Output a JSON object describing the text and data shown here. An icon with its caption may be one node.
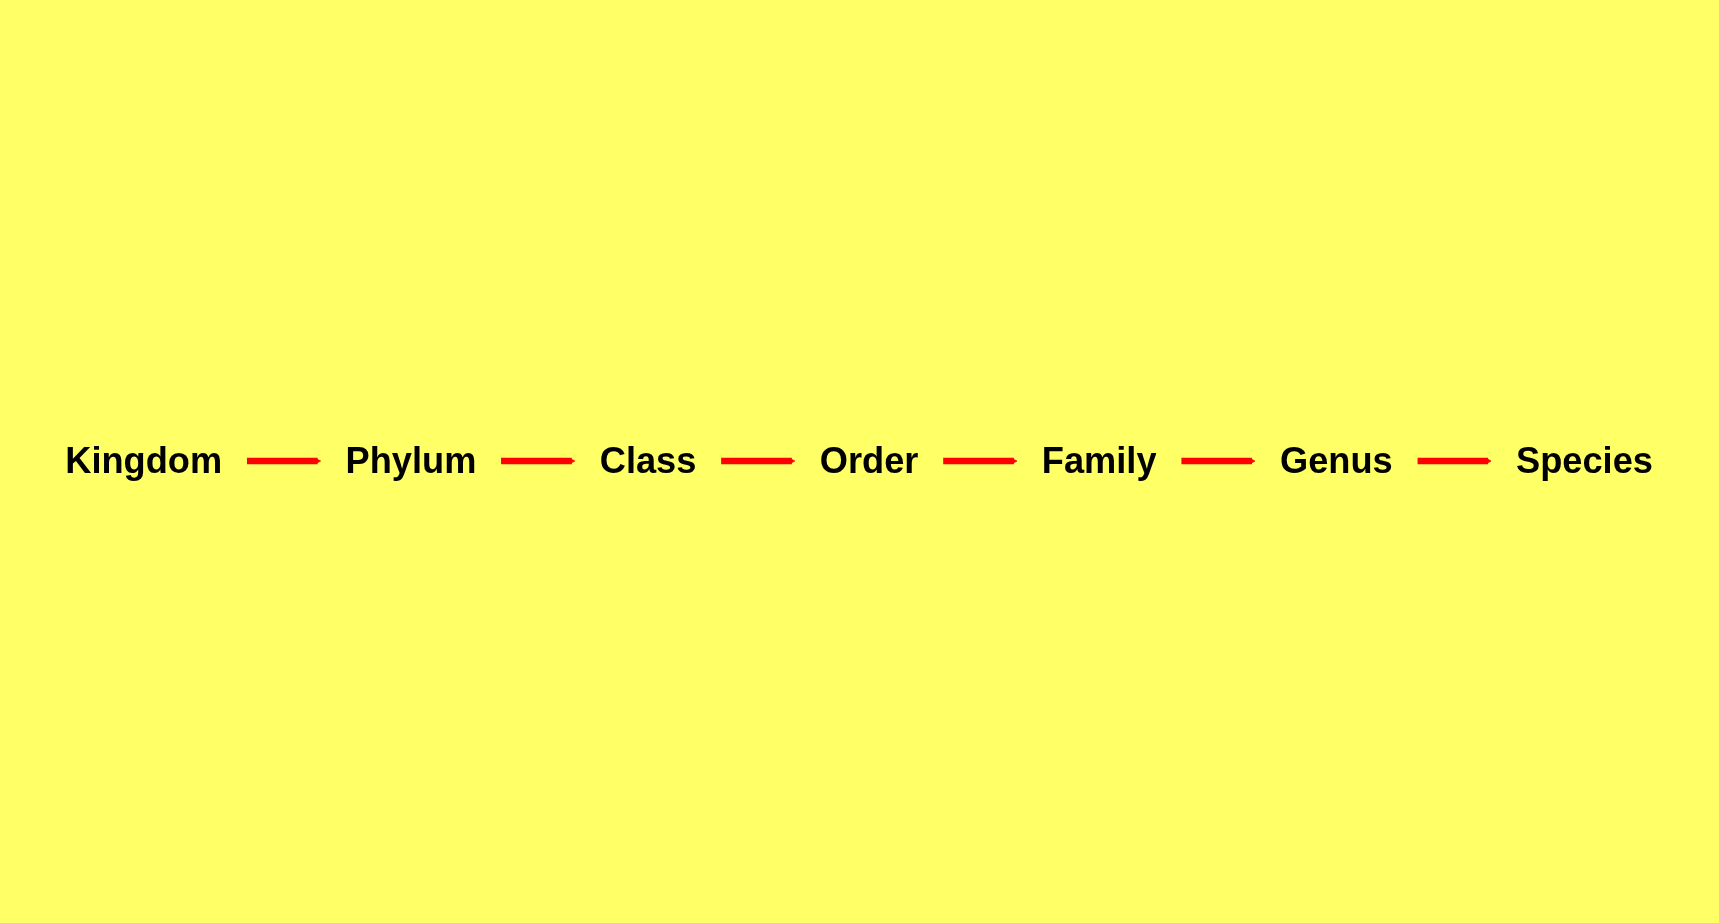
{
  "diagram": {
    "nodes": [
      {
        "text": [
          "Kingdom"
        ]
      },
      {
        "text": [
          "Phylum"
        ]
      },
      {
        "text": [
          "Class"
        ]
      },
      {
        "text": [
          "Order"
        ]
      },
      {
        "text": [
          "Family"
        ]
      },
      {
        "text": [
          "Genus"
        ]
      },
      {
        "text": [
          "Species"
        ]
      }
    ],
    "edges": [
      {
        "from": 0,
        "to": 1,
        "arrow": "to"
      },
      {
        "from": 1,
        "to": 2,
        "arrow": "to"
      },
      {
        "from": 2,
        "to": 3,
        "arrow": "to"
      },
      {
        "from": 3,
        "to": 4,
        "arrow": "to"
      },
      {
        "from": 4,
        "to": 5,
        "arrow": "to"
      },
      {
        "from": 5,
        "to": 6,
        "arrow": "to"
      }
    ]
  }
}
